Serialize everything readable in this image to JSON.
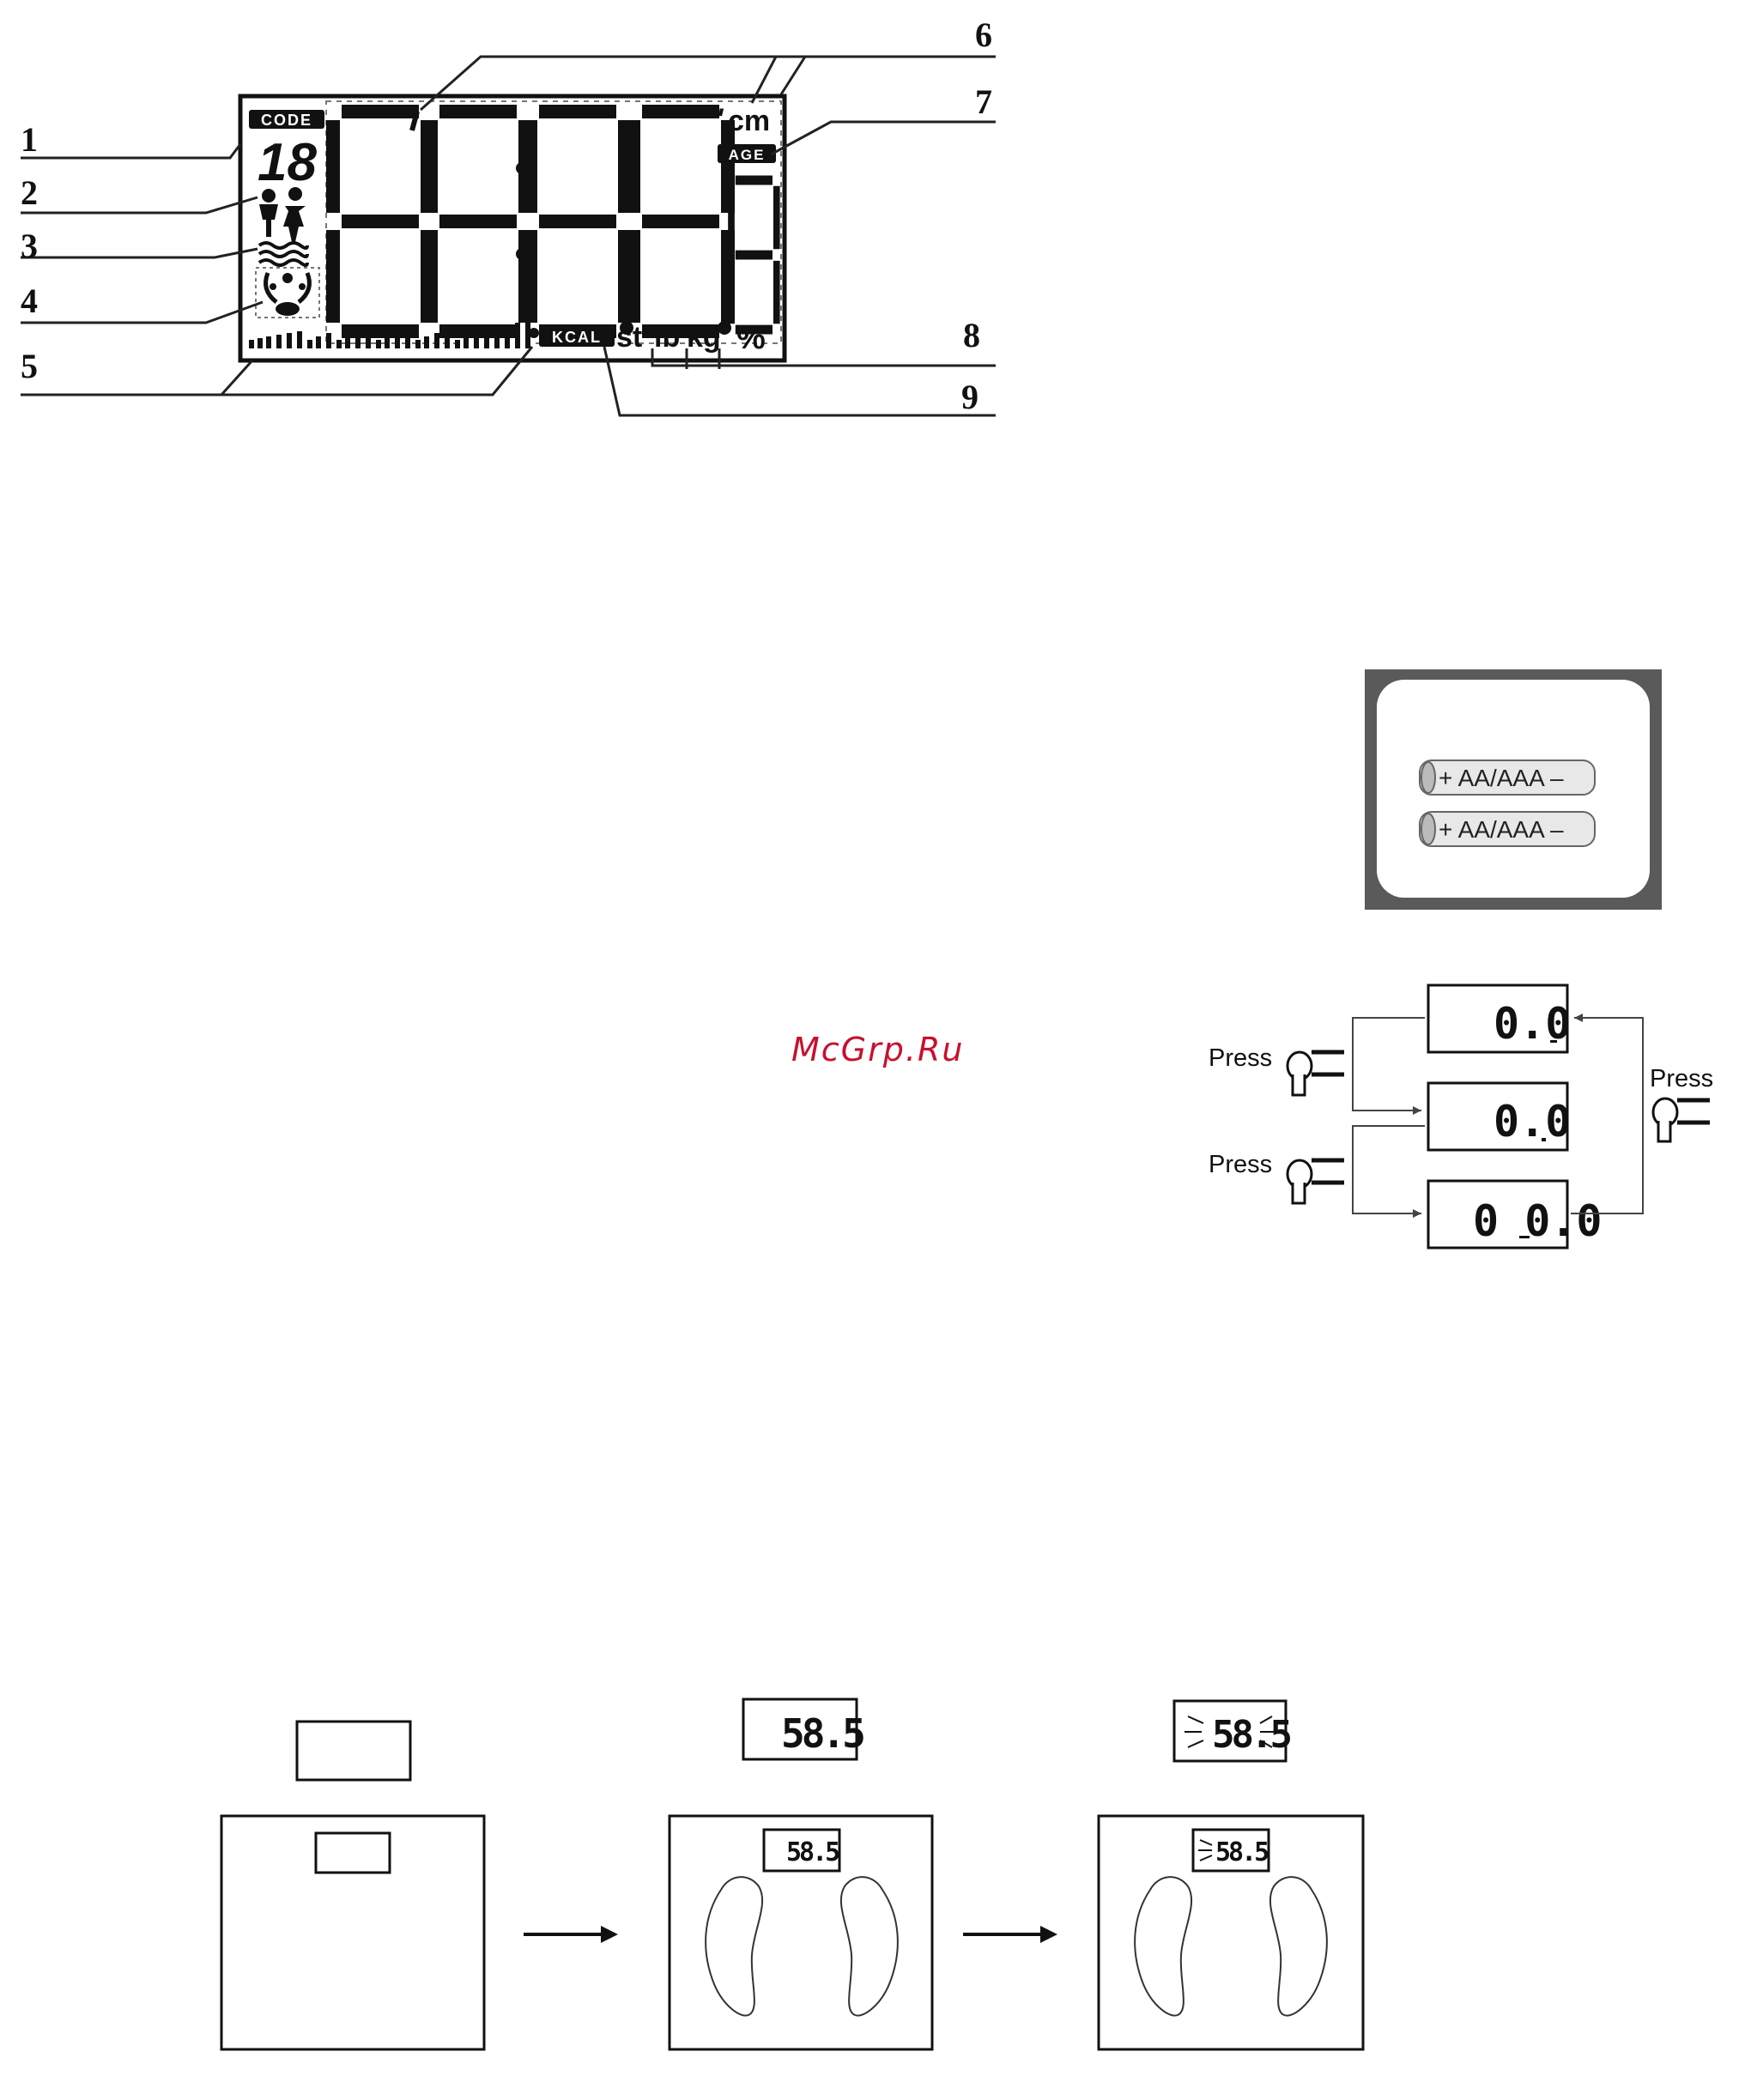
{
  "lcd_diagram": {
    "callouts": [
      "1",
      "2",
      "3",
      "4",
      "5",
      "6",
      "7",
      "8",
      "9"
    ],
    "labels": {
      "code": "CODE",
      "code_value": "18",
      "cm": "cm",
      "feet_inch_mark": "''",
      "age": "AGE",
      "kcal": "KCAL",
      "units": "st lb kg %",
      "unit_st": "st",
      "unit_lb": "lb",
      "unit_kg": "kg",
      "unit_pct": "%"
    }
  },
  "battery": {
    "cells": [
      "+ AA/AAA –",
      "+ AA/AAA –"
    ]
  },
  "watermark": "McGrp.Ru",
  "unit_switch": {
    "press_labels": [
      "Press",
      "Press",
      "Press"
    ],
    "displays": [
      "0.0",
      "0.0",
      "0  0.0"
    ]
  },
  "weighing_sequence": {
    "reading": "58.5"
  }
}
